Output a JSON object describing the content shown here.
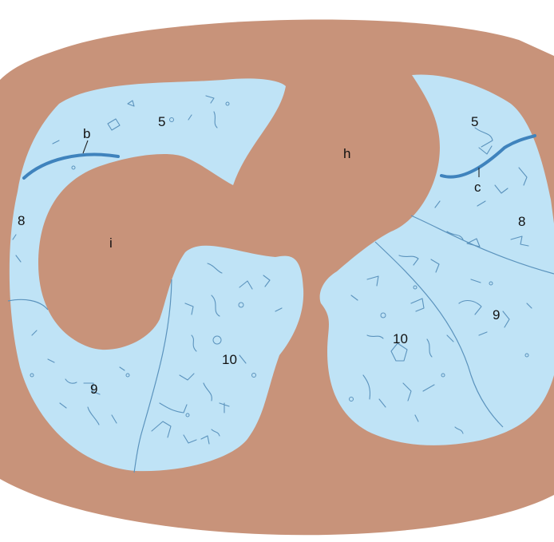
{
  "colors": {
    "body": "#c8937a",
    "lung": "#bfe3f6",
    "vessel": "#5b93bd",
    "fissure": "#3f83bd",
    "background": "#ffffff",
    "text": "#111111"
  },
  "labels": {
    "right_segment_5": "5",
    "right_b": "b",
    "right_segment_8": "8",
    "right_i": "i",
    "right_segment_9": "9",
    "right_segment_10": "10",
    "center_h": "h",
    "left_segment_5": "5",
    "left_c": "c",
    "left_segment_8": "8",
    "left_segment_9": "9",
    "left_segment_10": "10"
  }
}
